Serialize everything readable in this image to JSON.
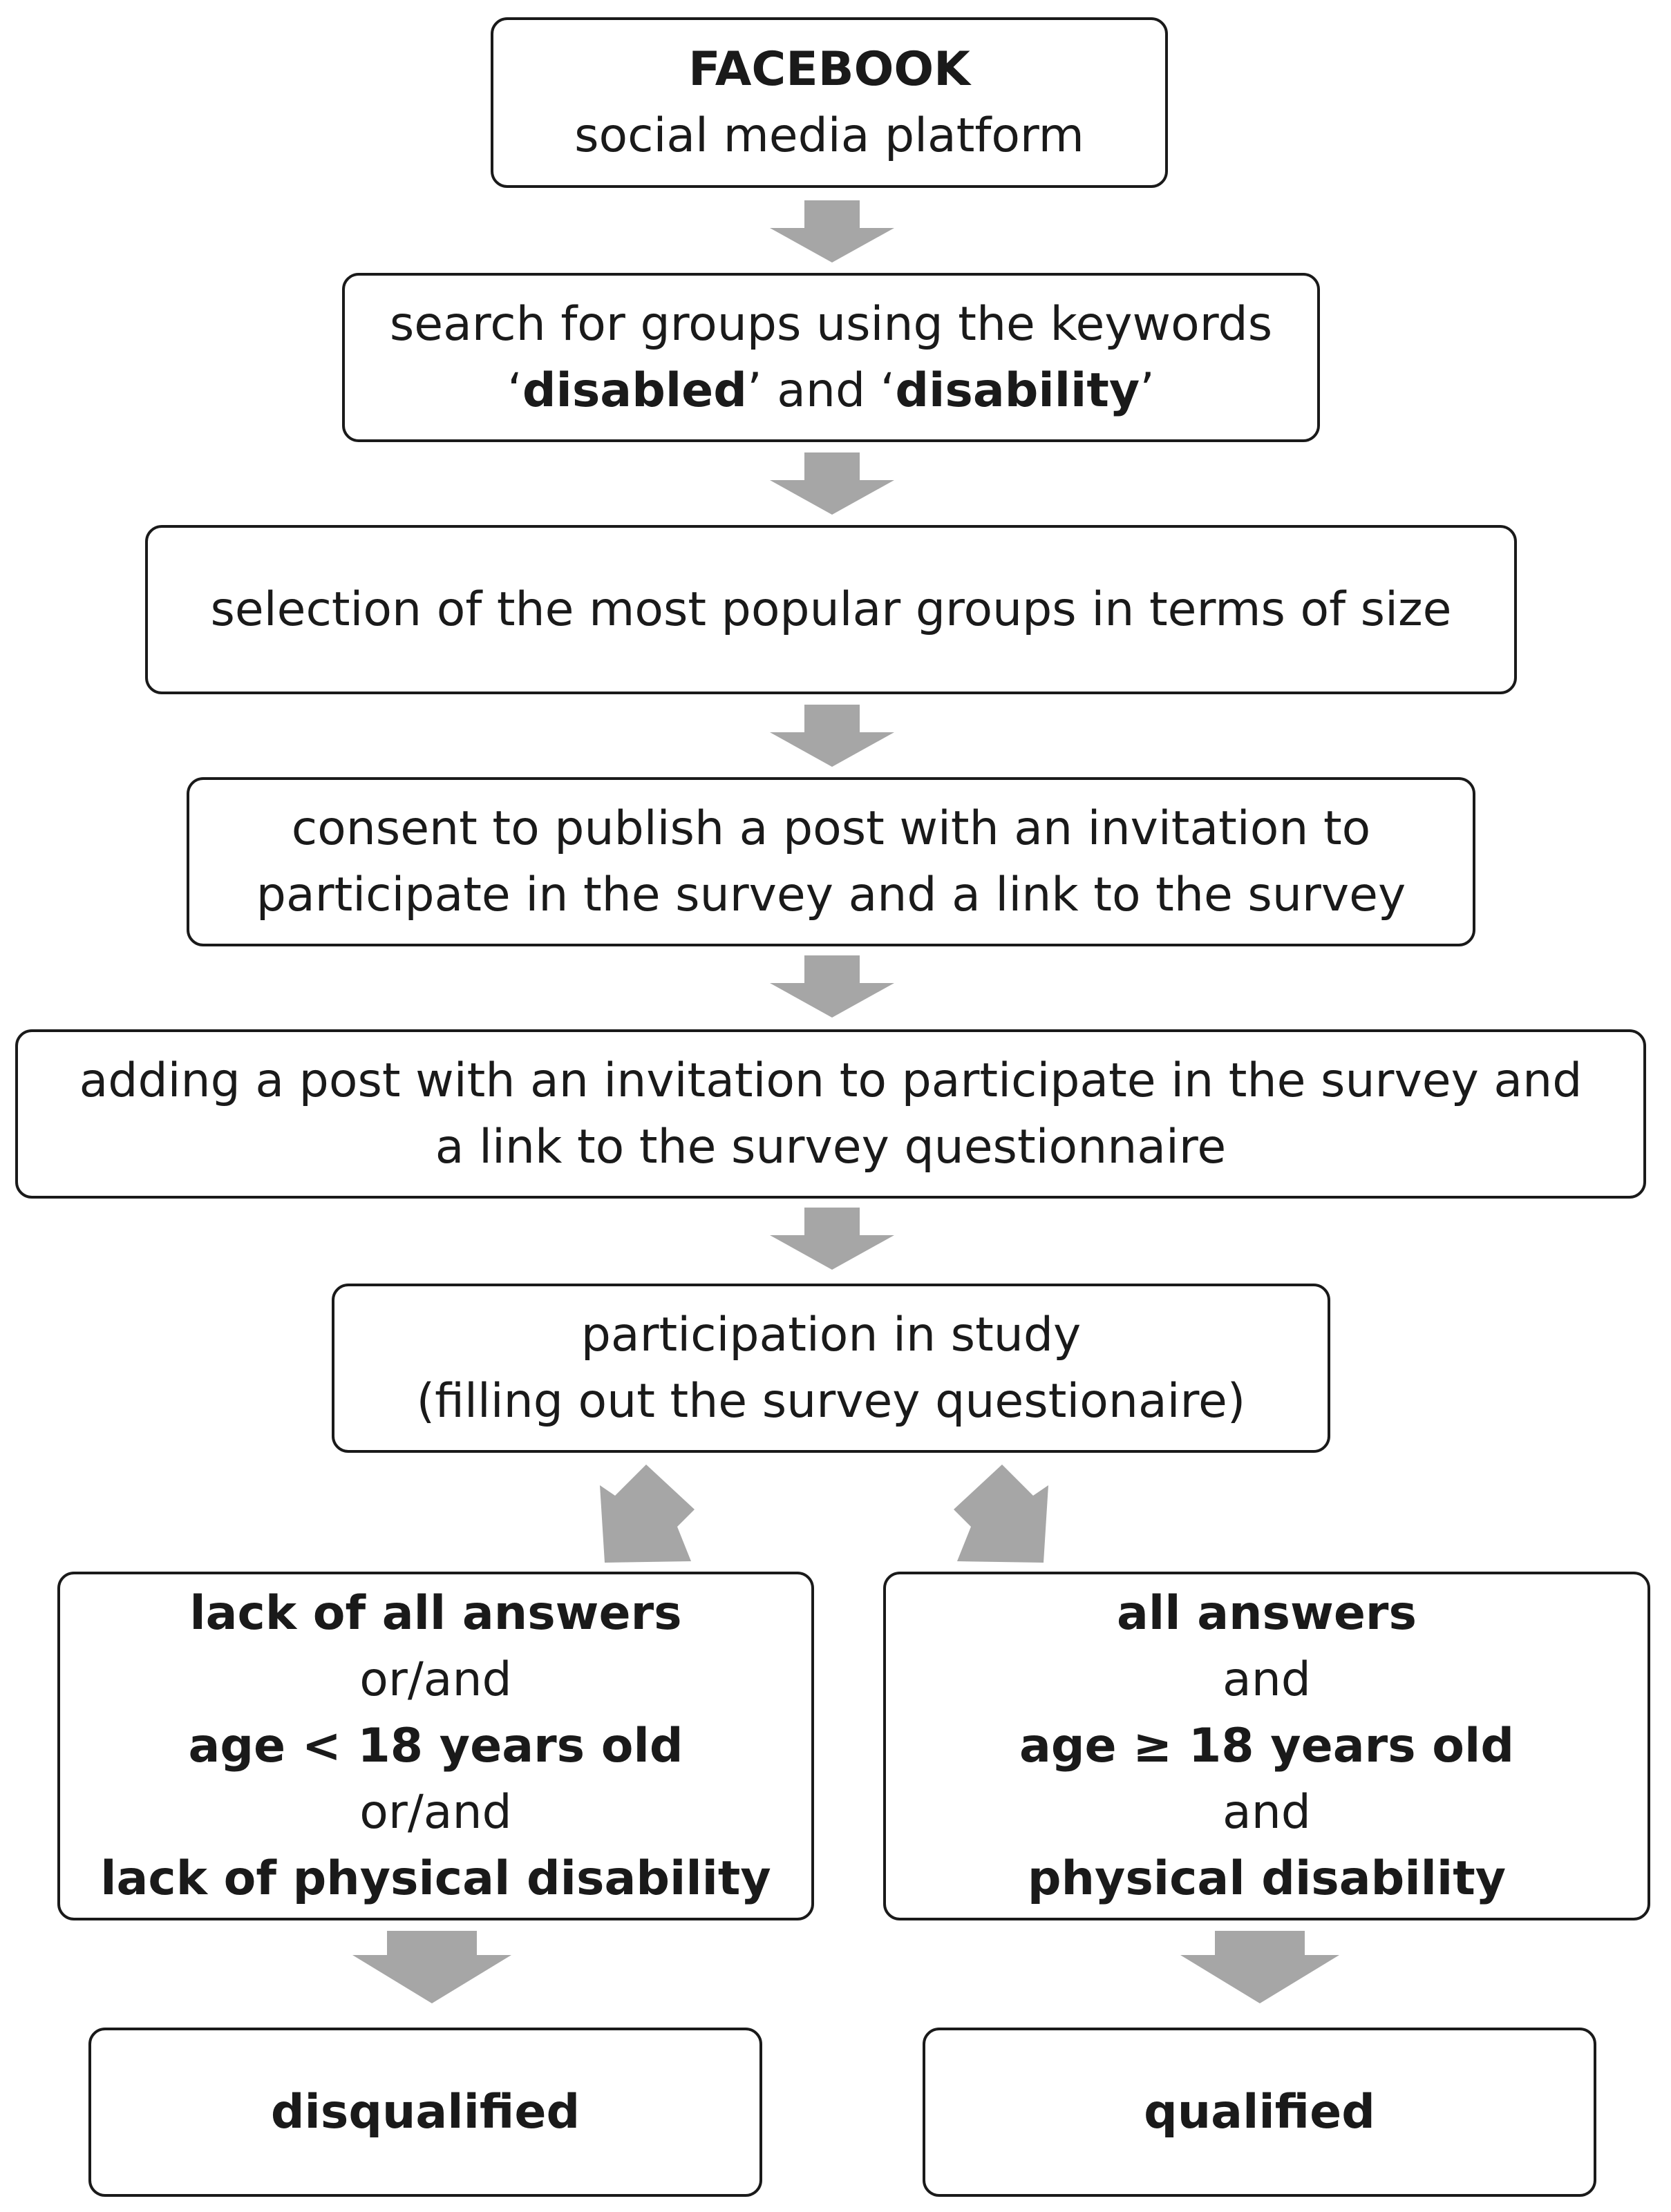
{
  "steps": {
    "facebook": {
      "title": "FACEBOOK",
      "subtitle": "social media platform"
    },
    "search": {
      "line1": "search for groups using the keywords",
      "kw1": "disabled",
      "connector": "and",
      "kw2": "disability"
    },
    "selection": {
      "text": "selection of the most popular groups in terms of size"
    },
    "consent": {
      "line1": "consent to publish a post with an invitation to",
      "line2": "participate in the survey and a link to the survey"
    },
    "adding": {
      "line1": "adding a post with an invitation to participate in the survey and",
      "line2": "a link to the survey questionnaire"
    },
    "participation": {
      "line1": "participation in study",
      "line2": "(filling out the survey questionaire)"
    }
  },
  "branches": {
    "left": {
      "c1": "lack of all answers",
      "op1": "or/and",
      "c2": "age < 18 years old",
      "op2": "or/and",
      "c3": "lack of physical disability",
      "outcome": "disqualified"
    },
    "right": {
      "c1": "all answers",
      "op1": "and",
      "c2": "age ≥ 18 years old",
      "op2": "and",
      "c3": "physical disability",
      "outcome": "qualified"
    }
  },
  "colors": {
    "arrow": "#a6a6a6",
    "border": "#1a1a1a"
  }
}
